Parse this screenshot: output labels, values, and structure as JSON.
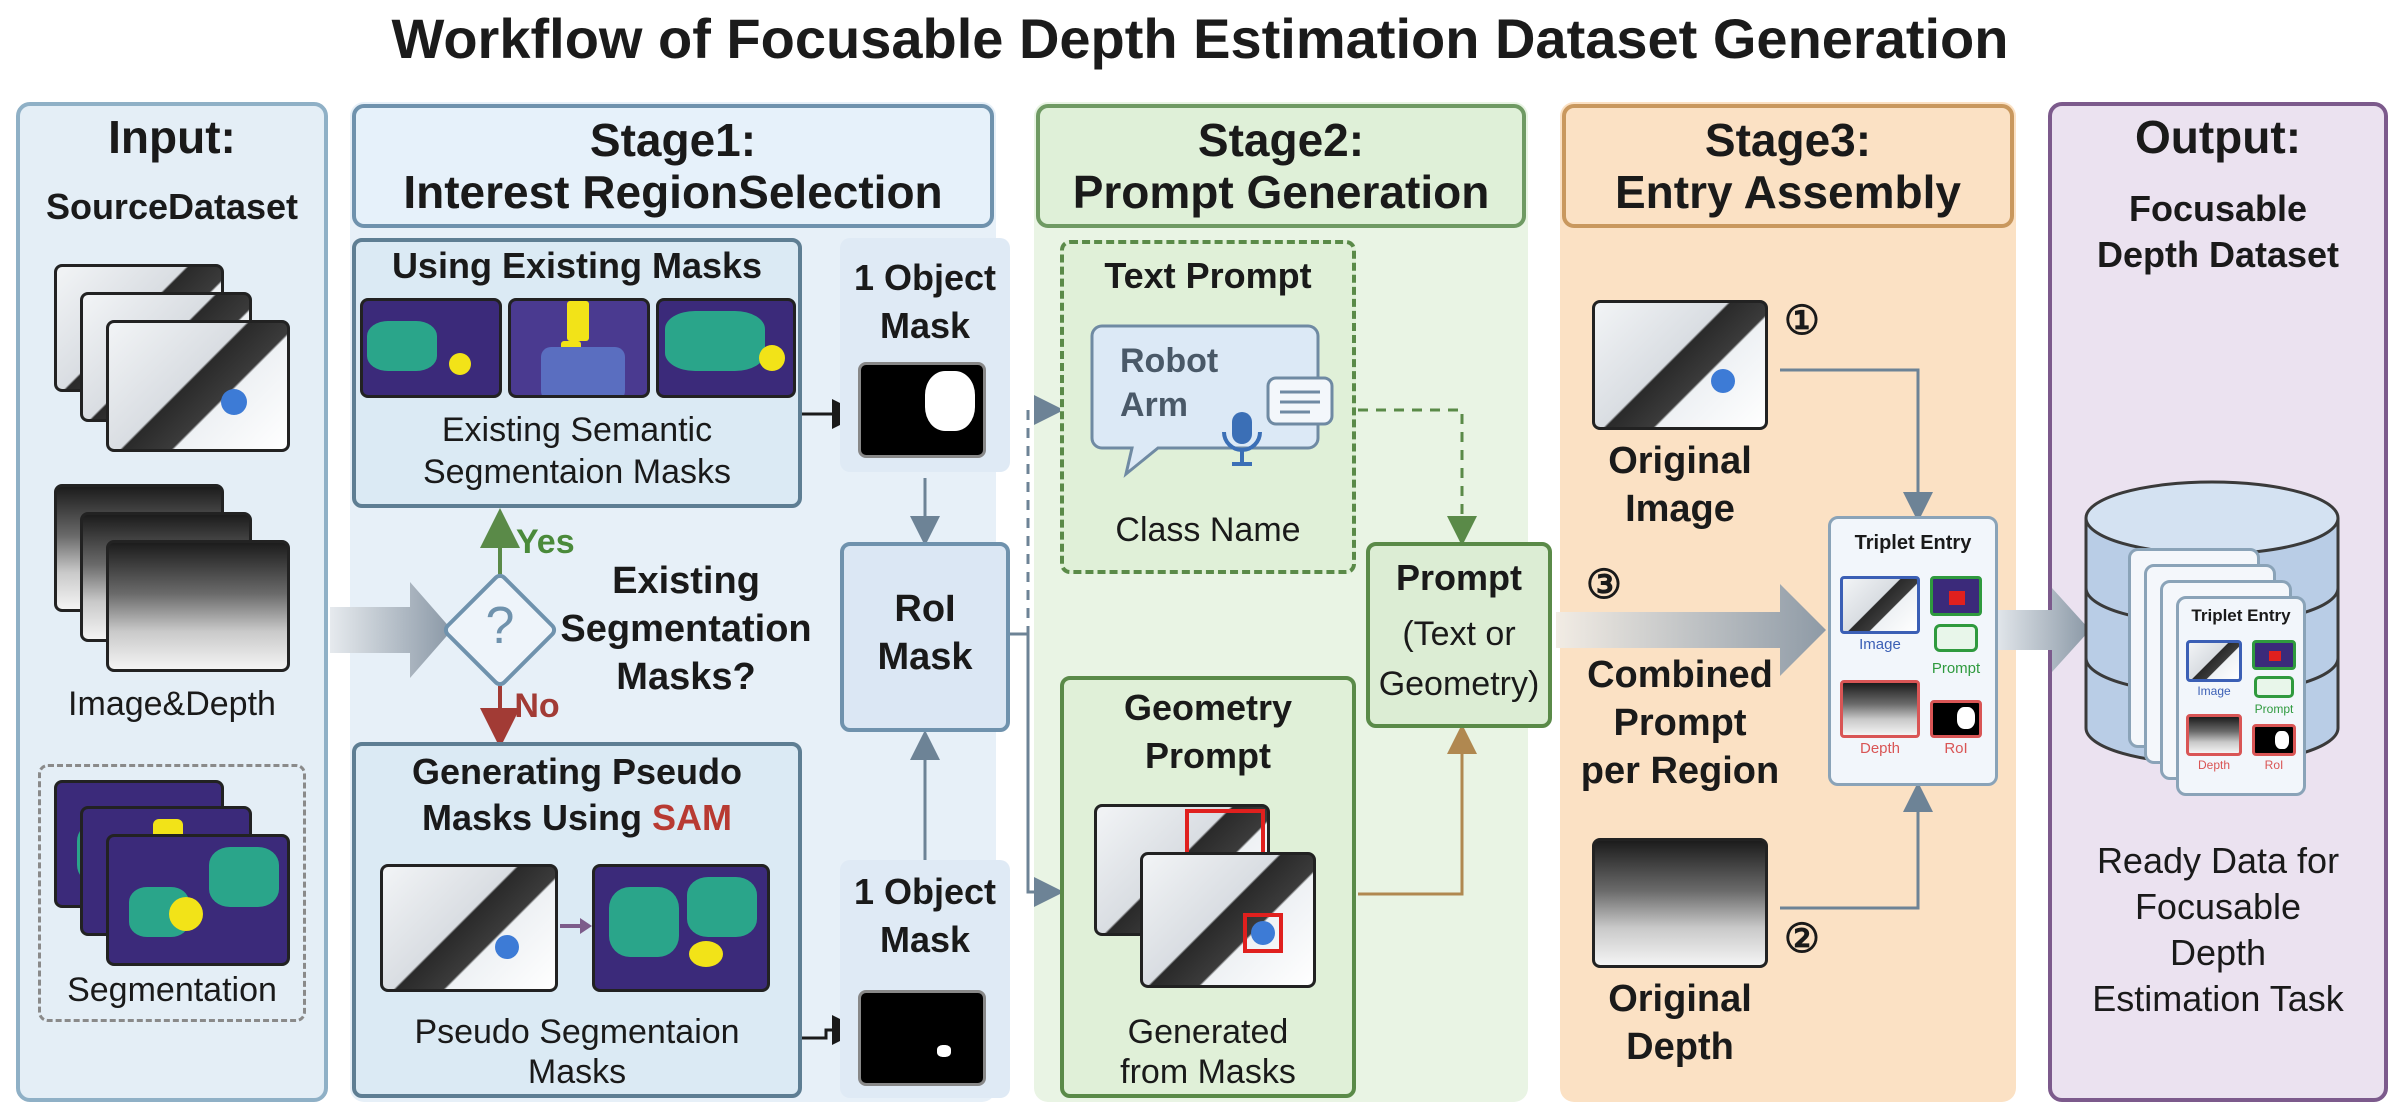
{
  "title": "Workflow of Focusable Depth Estimation Dataset Generation",
  "input": {
    "heading": "Input:",
    "dataset": "SourceDataset",
    "image_depth_label": "Image&Depth",
    "segmentation_label": "Segmentation"
  },
  "stage1": {
    "title_line1": "Stage1:",
    "title_line2": "Interest RegionSelection",
    "existing_masks_title": "Using Existing Masks",
    "existing_masks_caption_1": "Existing Semantic",
    "existing_masks_caption_2": "Segmentaion Masks",
    "decision_line1": "Existing",
    "decision_line2": "Segmentation",
    "decision_line3": "Masks?",
    "decision_icon": "?",
    "yes_label": "Yes",
    "no_label": "No",
    "pseudo_title_1": "Generating Pseudo",
    "pseudo_title_2": "Masks Using",
    "pseudo_title_sam": "SAM",
    "pseudo_caption_1": "Pseudo Segmentaion",
    "pseudo_caption_2": "Masks",
    "object_mask_top_1": "1 Object",
    "object_mask_top_2": "Mask",
    "roi_line1": "RoI",
    "roi_line2": "Mask",
    "object_mask_bottom_1": "1 Object",
    "object_mask_bottom_2": "Mask"
  },
  "stage2": {
    "title_line1": "Stage2:",
    "title_line2": "Prompt Generation",
    "text_prompt_title": "Text Prompt",
    "bubble_text_1": "Robot",
    "bubble_text_2": "Arm",
    "class_name": "Class Name",
    "geometry_title_1": "Geometry",
    "geometry_title_2": "Prompt",
    "geometry_caption_1": "Generated",
    "geometry_caption_2": "from Masks",
    "prompt_title": "Prompt",
    "prompt_sub_1": "(Text or",
    "prompt_sub_2": "Geometry)"
  },
  "stage3": {
    "title_line1": "Stage3:",
    "title_line2": "Entry Assembly",
    "original_image_1": "Original",
    "original_image_2": "Image",
    "original_depth_1": "Original",
    "original_depth_2": "Depth",
    "step1": "①",
    "step2": "②",
    "step3": "③",
    "combined_1": "Combined",
    "combined_2": "Prompt",
    "combined_3": "per Region",
    "triplet_title": "Triplet Entry",
    "cell_image": "Image",
    "cell_prompt": "Prompt",
    "cell_depth": "Depth",
    "cell_roi": "RoI"
  },
  "output": {
    "heading": "Output:",
    "dataset_1": "Focusable",
    "dataset_2": "Depth Dataset",
    "triplet_title": "Triplet Entry",
    "cell_image": "Image",
    "cell_prompt": "Prompt",
    "cell_depth": "Depth",
    "cell_roi": "RoI",
    "ready_1": "Ready Data for",
    "ready_2": "Focusable",
    "ready_3": "Depth",
    "ready_4": "Estimation Task"
  },
  "colors": {
    "yes": "#4a8a3a",
    "no": "#a23b35",
    "sam": "#b83a32",
    "image_label": "#3b5fb5",
    "prompt_label": "#2f9a3e",
    "depth_label": "#d95555",
    "roi_label": "#d95555"
  }
}
